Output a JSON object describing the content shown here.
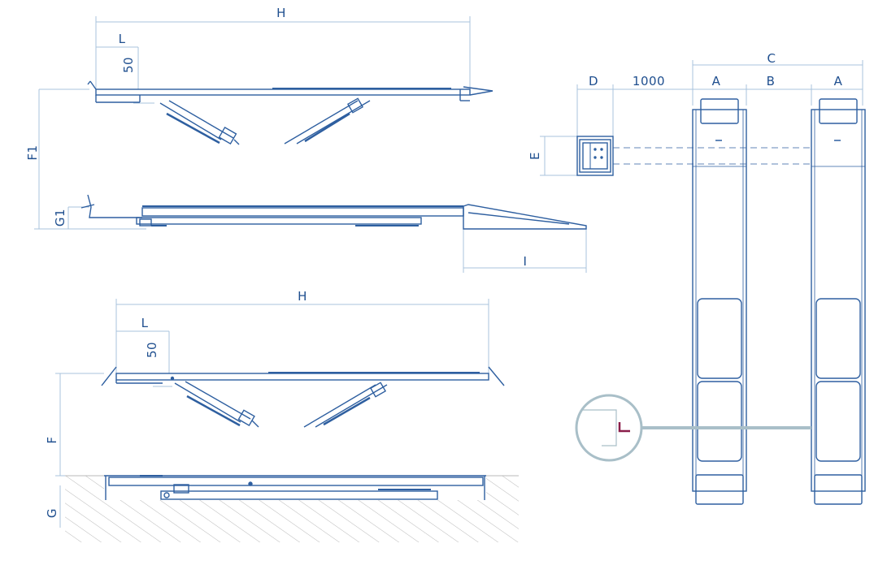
{
  "colors": {
    "line": "#2e5fa0",
    "dim": "#a9c3dc",
    "label": "#1f4f8f",
    "hatch": "#b9b9b9",
    "callout": "#a9bfc8",
    "accent": "#8a1e4a"
  },
  "labels": {
    "top_side": {
      "h": "H",
      "l": "L",
      "fifty": "50",
      "f1": "F1",
      "g1": "G1",
      "i": "I"
    },
    "bottom_side": {
      "h": "H",
      "l": "L",
      "fifty": "50",
      "f": "F",
      "g": "G"
    },
    "plan": {
      "c": "C",
      "d": "D",
      "thousand": "1000",
      "a_left": "A",
      "b": "B",
      "a_right": "A",
      "e": "E"
    }
  }
}
